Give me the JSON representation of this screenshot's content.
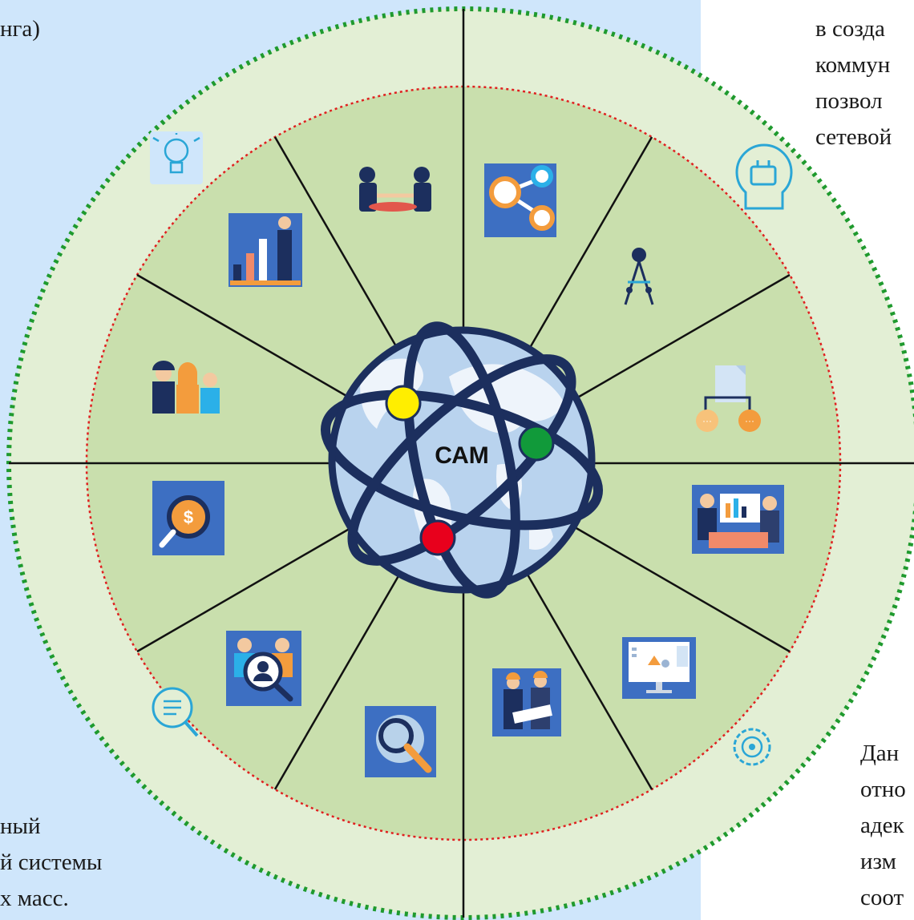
{
  "center": {
    "label": "САМ"
  },
  "text_fragments": {
    "top_left": [
      "нга)"
    ],
    "top_right": [
      "в созда",
      "коммун",
      "позвол",
      "сетевой"
    ],
    "bottom_left": [
      "ный",
      "й системы",
      "х масс."
    ],
    "bottom_right": [
      "Дан",
      "отно",
      "адек",
      "изм",
      "соот"
    ]
  },
  "colors": {
    "left_background": "#cfe6fb",
    "outer_ring": "#e3efd5",
    "inner_ring": "#c9dfad",
    "outer_dotted_border": "#1f9a2e",
    "inner_dotted_border": "#e02020",
    "dividers": "#111111",
    "globe_ocean": "#a9c9e8",
    "globe_orbits": "#1c2f5e",
    "node_yellow": "#ffee00",
    "node_green": "#119a3a",
    "node_red": "#e8001c"
  },
  "outer_ring_icons": [
    "lightbulb-icon",
    "plug-icon",
    "search-document-icon",
    "gear-icon"
  ],
  "segments": [
    {
      "icon": "handshake-meeting-icon"
    },
    {
      "icon": "network-nodes-icon"
    },
    {
      "icon": "drafting-compass-icon"
    },
    {
      "icon": "hierarchy-chart-icon"
    },
    {
      "icon": "presentation-meeting-icon"
    },
    {
      "icon": "computer-dashboard-icon"
    },
    {
      "icon": "engineers-blueprint-icon"
    },
    {
      "icon": "globe-search-icon"
    },
    {
      "icon": "people-search-icon"
    },
    {
      "icon": "money-analysis-icon"
    },
    {
      "icon": "team-people-icon"
    },
    {
      "icon": "business-chart-icon"
    }
  ]
}
